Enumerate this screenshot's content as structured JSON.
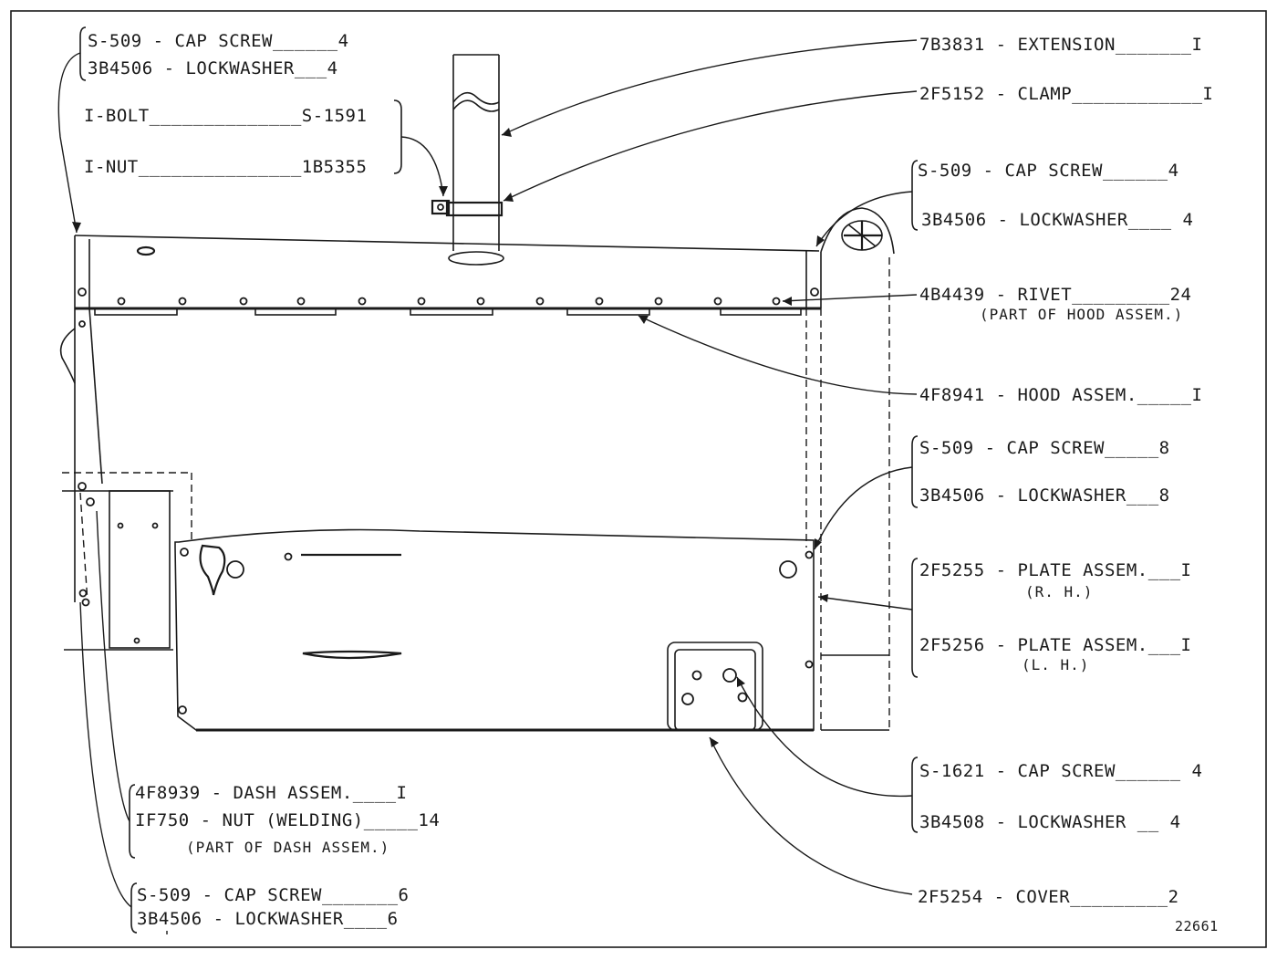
{
  "drawing_number": "22661",
  "callouts": {
    "top_left": [
      "S-509 - CAP SCREW______4",
      "3B4506 - LOCKWASHER___4"
    ],
    "bolt_nut": [
      "I-BOLT______________S-1591",
      "I-NUT_______________1B5355"
    ],
    "extension": "7B3831 - EXTENSION_______I",
    "clamp": "2F5152 - CLAMP____________I",
    "top_right": [
      "S-509 - CAP SCREW______4",
      "3B4506 - LOCKWASHER____ 4"
    ],
    "rivet": "4B4439 - RIVET_________24",
    "rivet_note": "(PART OF HOOD ASSEM.)",
    "hood": "4F8941 - HOOD ASSEM._____I",
    "mid_right": [
      "S-509 - CAP SCREW_____8",
      "3B4506 - LOCKWASHER___8"
    ],
    "plate_rh": "2F5255 - PLATE ASSEM.___I",
    "plate_rh_note": "(R. H.)",
    "plate_lh": "2F5256 - PLATE ASSEM.___I",
    "plate_lh_note": "(L. H.)",
    "bottom_right": [
      "S-1621 - CAP SCREW______ 4",
      "3B4508 - LOCKWASHER __ 4"
    ],
    "cover": "2F5254 - COVER_________2",
    "dash": [
      "4F8939 - DASH ASSEM.____I",
      "IF750 - NUT (WELDING)_____14"
    ],
    "dash_note": "(PART OF DASH ASSEM.)",
    "bottom_left": [
      "S-509 - CAP SCREW_______6",
      "3B4506 - LOCKWASHER____6"
    ]
  }
}
